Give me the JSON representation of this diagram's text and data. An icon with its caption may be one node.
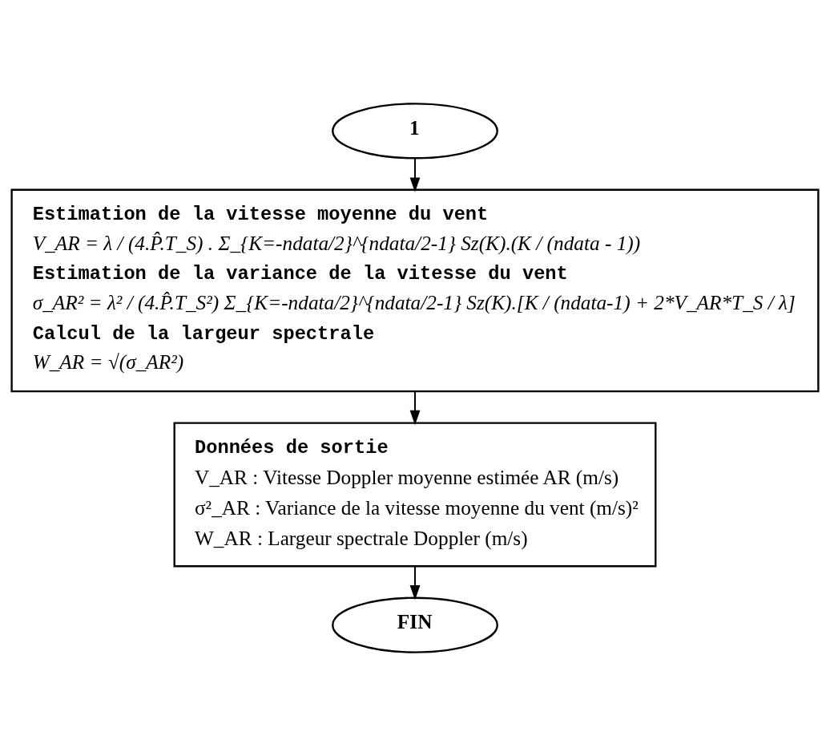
{
  "diagram": {
    "nodes": [
      {
        "text": [
          "1"
        ]
      },
      {
        "text": [
          "Estimation de la vitesse moyenne du vent",
          "V_AR = λ / (4.P̂.T_S) . Σ_{K=-ndata/2}^{ndata/2-1} Sz(K).(K / (ndata - 1))",
          "Estimation de la variance de la vitesse du vent",
          "σ_AR² = λ² / (4.P̂.T_S²) Σ_{K=-ndata/2}^{ndata/2-1} Sz(K).[K / (ndata-1) + 2*V_AR*T_S / λ]",
          "Calcul de la largeur spectrale",
          "W_AR = √(σ_AR²)"
        ]
      },
      {
        "text": [
          "Données de sortie",
          "V_AR : Vitesse Doppler moyenne estimée AR (m/s)",
          "σ²_AR : Variance de la vitesse moyenne du vent (m/s)²",
          "W_AR : Largeur spectrale Doppler (m/s)"
        ]
      },
      {
        "text": [
          "FIN"
        ]
      }
    ],
    "edges": [
      {
        "from": 0,
        "to": 1,
        "arrow": "to"
      },
      {
        "from": 1,
        "to": 2,
        "arrow": "to"
      },
      {
        "from": 2,
        "to": 3,
        "arrow": "to"
      }
    ]
  }
}
